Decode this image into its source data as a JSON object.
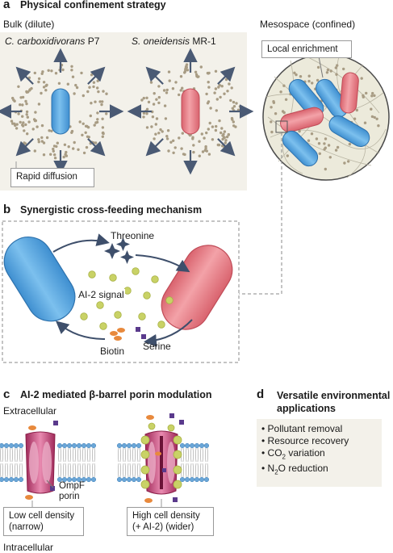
{
  "panel_a": {
    "letter": "a",
    "title": "Physical confinement strategy",
    "bulk_label": "Bulk (dilute)",
    "species_1": "C. carboxidivorans",
    "species_1_strain": "P7",
    "species_2": "S. oneidensis",
    "species_2_strain": "MR-1",
    "rapid_diffusion": "Rapid diffusion",
    "mesospace_label": "Mesospace (confined)",
    "local_enrichment": "Local enrichment"
  },
  "panel_b": {
    "letter": "b",
    "title": "Synergistic cross-feeding mechanism",
    "threonine": "Threonine",
    "ai2_signal": "AI-2 signal",
    "biotin": "Biotin",
    "serine": "Serine"
  },
  "panel_c": {
    "letter": "c",
    "title": "AI-2 mediated β-barrel porin modulation",
    "extracellular": "Extracellular",
    "intracellular": "Intracellular",
    "ompf_line1": "OmpF",
    "ompf_line2": "porin",
    "low_density_line1": "Low cell density",
    "low_density_line2": "(narrow)",
    "high_density_line1": "High cell density",
    "high_density_line2": "(+ AI-2) (wider)"
  },
  "panel_d": {
    "letter": "d",
    "title_line1": "Versatile environmental",
    "title_line2": "applications",
    "items": [
      "Pollutant removal",
      "Resource recovery",
      "CO2 variation",
      "N2O reduction"
    ]
  },
  "colors": {
    "blue_cell": "#5aa6de",
    "red_cell": "#e8828a",
    "dots": "#a89c84",
    "ai2": "#c9d266",
    "arrow": "#4a5a74",
    "panel_bg": "#f3f1ea",
    "porin": "#b8336a",
    "orange_biotin": "#e8893c",
    "purple_serine": "#5a3a8c"
  }
}
